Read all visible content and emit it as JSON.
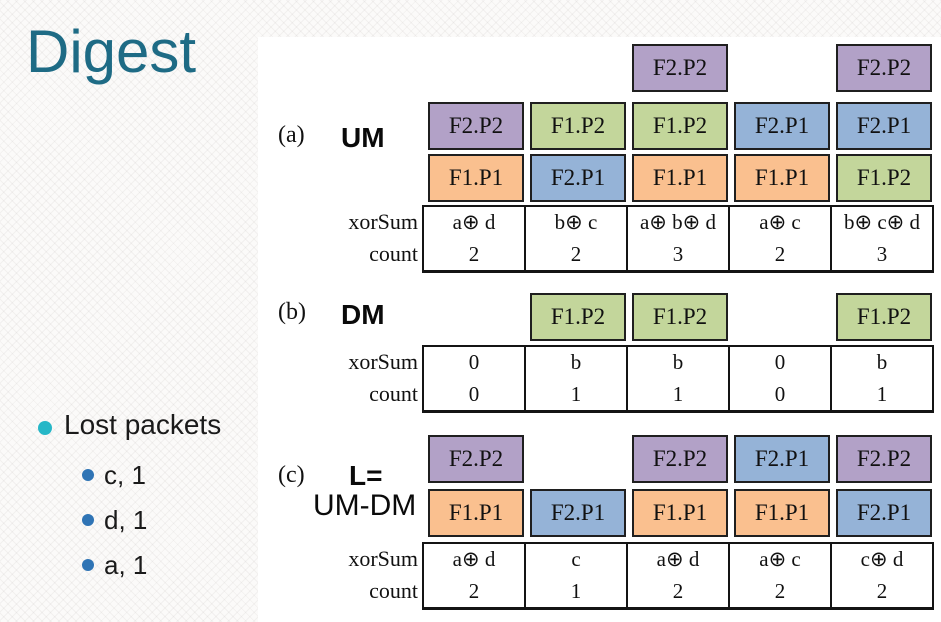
{
  "slide": {
    "title": "Digest"
  },
  "colors": {
    "purple": "#b2a1c7",
    "green": "#c3d69b",
    "orange": "#fac08f",
    "blue": "#95b3d7",
    "title_text": "#1e6b85",
    "bullet_main_dot": "#26b7c7",
    "bullet_sub_dot": "#2f74b5"
  },
  "lost_packets": {
    "heading": "Lost packets",
    "items": [
      "c, 1",
      "d, 1",
      "a, 1"
    ]
  },
  "row_labels": {
    "xorsum": "xorSum",
    "count": "count"
  },
  "sections": {
    "a": {
      "tag": "(a)",
      "name": "UM",
      "row3": {
        "c3": "F2.P2",
        "c5": "F2.P2"
      },
      "row2": {
        "c1": "F2.P2",
        "c2": "F1.P2",
        "c3": "F1.P2",
        "c4": "F2.P1",
        "c5": "F2.P1"
      },
      "row1": {
        "c1": "F1.P1",
        "c2": "F2.P1",
        "c3": "F1.P1",
        "c4": "F1.P1",
        "c5": "F1.P2"
      },
      "xorsum": [
        "a⊕ d",
        "b⊕ c",
        "a⊕ b⊕ d",
        "a⊕ c",
        "b⊕ c⊕ d"
      ],
      "count": [
        "2",
        "2",
        "3",
        "2",
        "3"
      ]
    },
    "b": {
      "tag": "(b)",
      "name": "DM",
      "row1": {
        "c2": "F1.P2",
        "c3": "F1.P2",
        "c5": "F1.P2"
      },
      "xorsum": [
        "0",
        "b",
        "b",
        "0",
        "b"
      ],
      "count": [
        "0",
        "1",
        "1",
        "0",
        "1"
      ]
    },
    "c": {
      "tag": "(c)",
      "name_line1": "L=",
      "name_line2": "UM-DM",
      "row2": {
        "c1": "F2.P2",
        "c3": "F2.P2",
        "c4": "F2.P1",
        "c5": "F2.P2"
      },
      "row1": {
        "c1": "F1.P1",
        "c2": "F2.P1",
        "c3": "F1.P1",
        "c4": "F1.P1",
        "c5": "F2.P1"
      },
      "xorsum": [
        "a⊕ d",
        "c",
        "a⊕ d",
        "a⊕ c",
        "c⊕ d"
      ],
      "count": [
        "2",
        "1",
        "2",
        "2",
        "2"
      ]
    }
  }
}
